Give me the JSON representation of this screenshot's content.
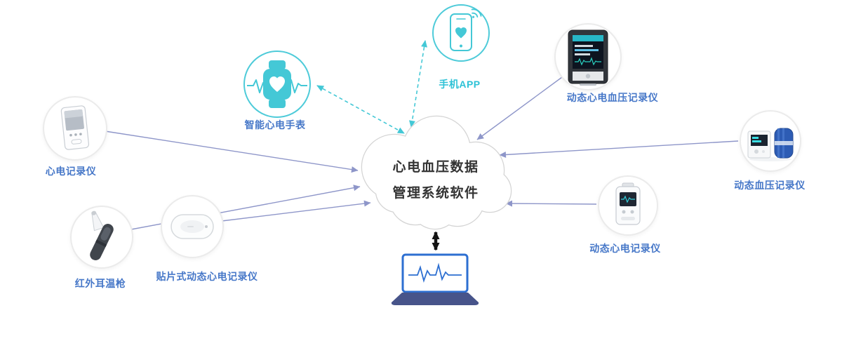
{
  "cloud": {
    "title_line1": "心电血压数据",
    "title_line2": "管理系统软件"
  },
  "nodes": {
    "smartwatch": {
      "label": "智能心电手表"
    },
    "phone_app": {
      "label": "手机APP"
    },
    "ecg_recorder": {
      "label": "心电记录仪"
    },
    "ear_thermometer": {
      "label": "红外耳温枪"
    },
    "ecg_patch": {
      "label": "贴片式动态心电记录仪"
    },
    "ecg_bp_monitor": {
      "label": "动态心电血压记录仪"
    },
    "bp_monitor": {
      "label": "动态血压记录仪"
    },
    "holter_recorder": {
      "label": "动态心电记录仪"
    }
  },
  "colors": {
    "accent_teal": "#44c8d6",
    "label_blue": "#4677c8",
    "connector_blue": "#8e96c9",
    "laptop_blue": "#2d6fd1",
    "laptop_base": "#47548a"
  }
}
